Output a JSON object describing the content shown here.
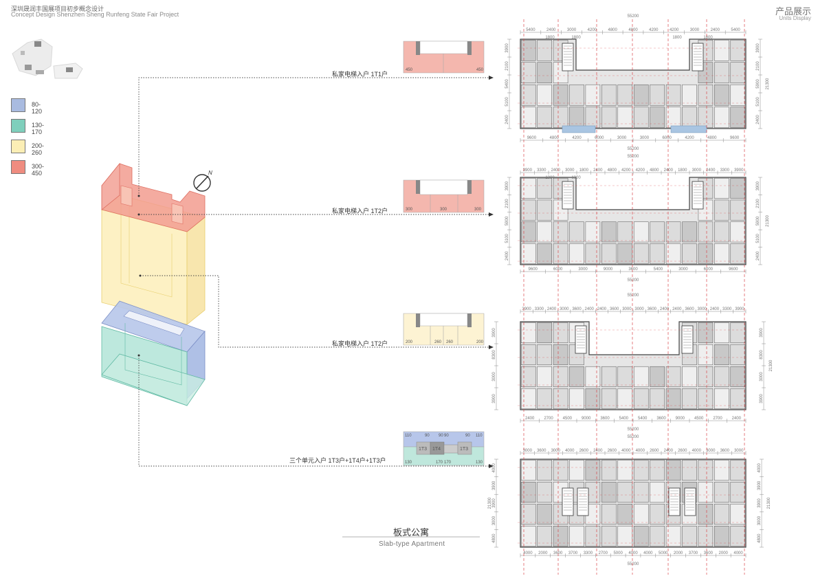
{
  "header": {
    "project_cn": "深圳晟润丰国展项目初步概念设计",
    "project_en": "Concept Design Shenzhen Sheng Runfeng State Fair Project",
    "section_cn": "产品展示",
    "section_en": "Units Display"
  },
  "legend": [
    {
      "label": "80-120",
      "color": "#a9bbe0"
    },
    {
      "label": "130-170",
      "color": "#7fcfbc"
    },
    {
      "label": "200-260",
      "color": "#fbeeb5"
    },
    {
      "label": "300-450",
      "color": "#ef8c80"
    }
  ],
  "compass": {
    "north": "N"
  },
  "flows": [
    {
      "label": "私家电梯入户  1T1户"
    },
    {
      "label": "私家电梯入户  1T2户"
    },
    {
      "label": "私家电梯入户  1T2户"
    },
    {
      "label": "三个单元入户  1T3户+1T4户+1T3户"
    }
  ],
  "key_plans": [
    {
      "labels": [
        "450",
        "450"
      ]
    },
    {
      "labels": [
        "300",
        "300",
        "300"
      ]
    },
    {
      "labels": [
        "200",
        "260",
        "260",
        "200"
      ]
    },
    {
      "labels": [
        "110",
        "90",
        "90",
        "90",
        "90",
        "110",
        "1T3",
        "1T4",
        "1T3",
        "130",
        "170",
        "170",
        "130"
      ]
    }
  ],
  "plans": [
    {
      "total": "55200",
      "top_dims": [
        "5400",
        "2400",
        "3000",
        "4200",
        "4800",
        "4800",
        "4200",
        "4200",
        "3000",
        "2400",
        "5400"
      ],
      "top_sub": [
        "1800",
        "1800",
        "1800",
        "1800"
      ],
      "bottom_dims": [
        "9600",
        "4800",
        "4200",
        "6000",
        "3000",
        "3000",
        "6000",
        "4200",
        "4800",
        "9600"
      ],
      "left_dims": [
        "3900",
        "2100",
        "5400",
        "5100",
        "2400"
      ],
      "right_dims": [
        "3900",
        "2100",
        "5900",
        "5100",
        "2400"
      ],
      "right_total": "21300"
    },
    {
      "total": "55200",
      "top_dims": [
        "3900",
        "3300",
        "2400",
        "3000",
        "1800",
        "2400",
        "4800",
        "4200",
        "4200",
        "4800",
        "2400",
        "1800",
        "3000",
        "2400",
        "3300",
        "3900"
      ],
      "top_sub": [
        "1800",
        "1800"
      ],
      "bottom_dims": [
        "9600",
        "6000",
        "3000",
        "9000",
        "3600",
        "5400",
        "3000",
        "6000",
        "9600"
      ],
      "left_dims": [
        "3900",
        "2100",
        "5900",
        "5100",
        "2400"
      ],
      "right_dims": [
        "3900",
        "2100",
        "5900",
        "5100",
        "2400"
      ],
      "right_total": "21300"
    },
    {
      "total": "55200",
      "top_dims": [
        "3900",
        "3300",
        "2400",
        "3000",
        "3600",
        "2400",
        "2400",
        "3600",
        "3000",
        "3000",
        "3600",
        "2400",
        "2400",
        "3600",
        "3000",
        "2400",
        "3300",
        "3900"
      ],
      "top_sub": [],
      "bottom_dims": [
        "2400",
        "2700",
        "4500",
        "9000",
        "3600",
        "5400",
        "5400",
        "3600",
        "9000",
        "4500",
        "2700",
        "2400"
      ],
      "left_dims": [
        "3900",
        "8300",
        "3000",
        "3900"
      ],
      "right_dims": [
        "3900",
        "8300",
        "3000",
        "3900"
      ],
      "right_total": "21300"
    },
    {
      "total": "55200",
      "top_dims": [
        "3000",
        "3600",
        "3000",
        "4000",
        "2600",
        "2400",
        "2600",
        "4000",
        "4000",
        "2600",
        "2400",
        "2600",
        "4000",
        "3000",
        "3600",
        "3000"
      ],
      "top_sub": [],
      "bottom_dims": [
        "4000",
        "2000",
        "3600",
        "3700",
        "3300",
        "2700",
        "5000",
        "4000",
        "4000",
        "5000",
        "2000",
        "3700",
        "3600",
        "2000",
        "4000"
      ],
      "left_dims": [
        "4000",
        "3900",
        "3900",
        "3000",
        "4800"
      ],
      "right_dims": [
        "4000",
        "3900",
        "3900",
        "3000",
        "4800"
      ],
      "right_total": "21300",
      "left_total": "21300"
    }
  ],
  "footer": {
    "title_cn": "板式公寓",
    "title_en": "Slab-type Apartment"
  }
}
